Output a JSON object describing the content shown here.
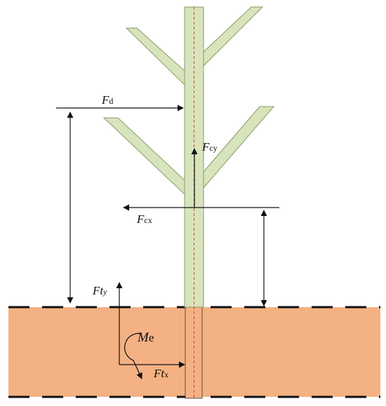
{
  "colors": {
    "soil": "#f4b183",
    "stem_fill": "#d8e4bc",
    "stem_stroke": "#8a9a68",
    "centerline": "#d04040",
    "line": "#111111"
  },
  "labels": {
    "fd": {
      "main": "F",
      "sub": "d"
    },
    "fcy": {
      "main": "F",
      "sub": "cy"
    },
    "fcx": {
      "main": "F",
      "sub": "cx"
    },
    "fty": {
      "main": "Ft",
      "sub": "y"
    },
    "me": {
      "main": "M",
      "sub": "e"
    },
    "ftx": {
      "main": "Ft",
      "sub": "x"
    }
  }
}
